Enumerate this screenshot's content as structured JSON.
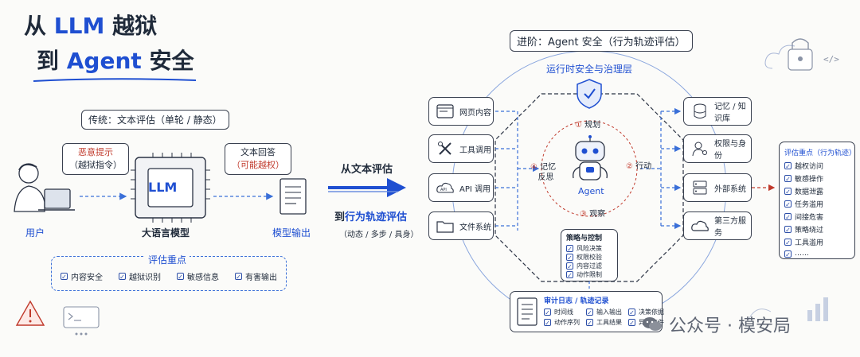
{
  "title": {
    "line1_prefix": "从",
    "line1_blue": "LLM",
    "line1_suffix": "越狱",
    "line2_prefix": "到",
    "line2_blue": "Agent",
    "line2_suffix": "安全"
  },
  "traditional": {
    "header": "传统：文本评估（单轮 / 静态）",
    "malicious_prompt": "恶意提示",
    "jailbreak_cmd": "（越狱指令）",
    "text_answer": "文本回答",
    "maybe_jailbreak": "（可能越权）",
    "user": "用户",
    "llm_chip": "LLM",
    "llm_label": "大语言模型",
    "model_output": "模型输出",
    "focus_title": "评估重点",
    "focus_items": [
      "内容安全",
      "越狱识别",
      "敏感信息",
      "有害输出"
    ]
  },
  "transition": {
    "from_text": "从文本评估",
    "to_prefix": "到",
    "to_blue": "行为轨迹评估",
    "sub": "（动态 / 多步 / 具身）"
  },
  "advanced": {
    "header": "进阶：Agent 安全（行为轨迹评估）",
    "governance": "运行时安全与治理层",
    "agent": "Agent",
    "loop": [
      "1 规划",
      "2 行动",
      "3 观察",
      "4 记忆\n反思"
    ],
    "loop_labels": {
      "plan": "规划",
      "act": "行动",
      "observe": "观察",
      "memory1": "记忆",
      "memory2": "反思"
    },
    "inputs": [
      "网页内容",
      "工具调用",
      "API 调用",
      "文件系统"
    ],
    "outputs": [
      "记忆 / 知识库",
      "权限与身份",
      "外部系统",
      "第三方服务"
    ],
    "policy_title": "策略与控制",
    "policy_items": [
      "风险决策",
      "权限校验",
      "内容过滤",
      "动作限制"
    ],
    "audit_title": "审计日志 / 轨迹记录",
    "audit_items": [
      "时间线",
      "输入输出",
      "决策依据",
      "动作序列",
      "工具结果",
      "异常事件"
    ],
    "focus_title": "评估重点（行为轨迹）",
    "focus_items": [
      "越权访问",
      "敏感操作",
      "数据泄露",
      "任务滥用",
      "间接危害",
      "策略绕过",
      "工具滥用",
      "……"
    ]
  },
  "watermark": "公众号 · 模安局",
  "colors": {
    "accent": "#1f4fd1",
    "danger": "#c0392b",
    "ink": "#1f2a3a"
  }
}
